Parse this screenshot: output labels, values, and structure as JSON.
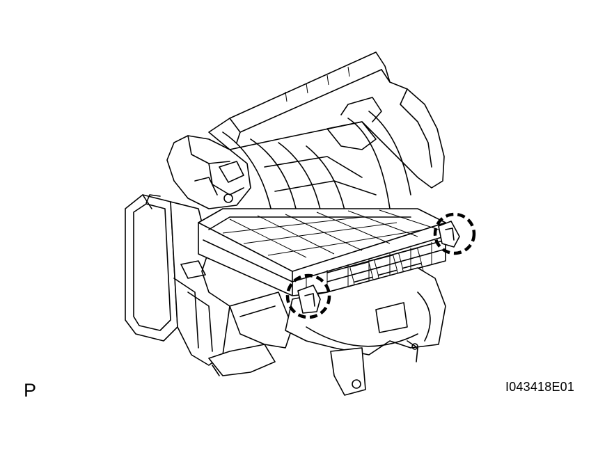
{
  "figure": {
    "side_label": "P",
    "figure_id": "I043418E01",
    "callouts": [
      {
        "name": "clip-callout-left",
        "shape": "dashed-circle"
      },
      {
        "name": "clip-callout-right",
        "shape": "dashed-circle"
      }
    ]
  }
}
